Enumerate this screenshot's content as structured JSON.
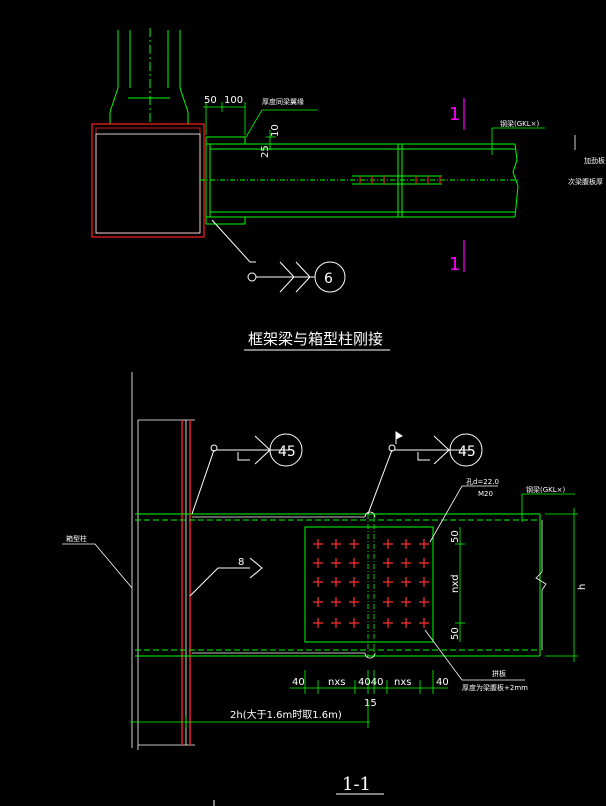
{
  "colors": {
    "background": "#000000",
    "beam": "#00ff00",
    "column": "#ff2020",
    "outline": "#ffffff",
    "section_mark": "#ff00ff",
    "dashed": "#00ff00"
  },
  "detail_top": {
    "title": "框架梁与箱型柱刚接",
    "dims": {
      "d50": "50",
      "d100": "100",
      "d25": "25",
      "d10": "10"
    },
    "label_flange_end": "厚度同梁翼缘",
    "label_beam": "钢梁(GKL×)",
    "label_right_1": "加劲板",
    "label_right_2": "次梁腹板厚",
    "weld_symbol": "6",
    "section_mark_left": "1",
    "section_mark_right": "1"
  },
  "detail_bottom": {
    "title": "1-1",
    "weld_symbol_left": "45",
    "weld_symbol_right": "45",
    "label_column": "箱型柱",
    "label_beam": "钢梁(GKL×)",
    "label_plate_top_1": "孔d=22.0",
    "label_plate_top_2": "M20",
    "label_plate_bottom_1": "拼板",
    "label_plate_bottom_2": "厚度为梁腹板+2mm",
    "weld_8": "8",
    "dims": {
      "d50_top": "50",
      "nxd": "nxd",
      "d50_bot": "50",
      "h": "h",
      "d40_a": "40",
      "nxs_a": "nxs",
      "d4040": "4040",
      "nxs_b": "nxs",
      "d40_b": "40",
      "d15": "15",
      "span_label": "2h(大于1.6m时取1.6m)"
    }
  }
}
